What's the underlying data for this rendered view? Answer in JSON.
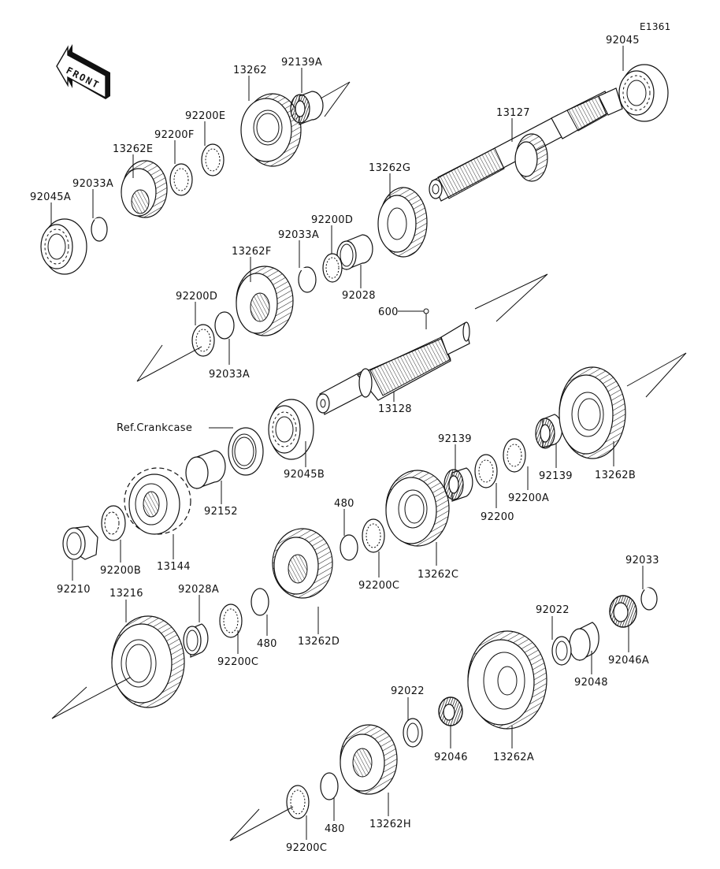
{
  "diagram": {
    "code": "E1361",
    "front_label": "FRONT",
    "ref_label": "Ref.Crankcase",
    "parts": {
      "p92045": "92045",
      "p92139A": "92139A",
      "p13262": "13262",
      "p92200E": "92200E",
      "p92200F": "92200F",
      "p13262E": "13262E",
      "p92033A_1": "92033A",
      "p92045A": "92045A",
      "p13127": "13127",
      "p13262G": "13262G",
      "p92200D_1": "92200D",
      "p92033A_2": "92033A",
      "p13262F": "13262F",
      "p92028": "92028",
      "p600": "600",
      "p92200D_2": "92200D",
      "p92033A_3": "92033A",
      "p13128": "13128",
      "p92045B": "92045B",
      "p92152": "92152",
      "p92139_1": "92139",
      "p92139_2": "92139",
      "p92200": "92200",
      "p92200A": "92200A",
      "p13262B": "13262B",
      "p480_1": "480",
      "p92200C_1": "92200C",
      "p13262C": "13262C",
      "p92200B": "92200B",
      "p13144": "13144",
      "p92210": "92210",
      "p13216": "13216",
      "p92028A": "92028A",
      "p92200C_2": "92200C",
      "p480_2": "480",
      "p13262D": "13262D",
      "p92033": "92033",
      "p92022_1": "92022",
      "p92048": "92048",
      "p92046A": "92046A",
      "p92022_2": "92022",
      "p92046": "92046",
      "p13262A": "13262A",
      "p13262H": "13262H",
      "p480_3": "480",
      "p92200C_3": "92200C"
    }
  }
}
